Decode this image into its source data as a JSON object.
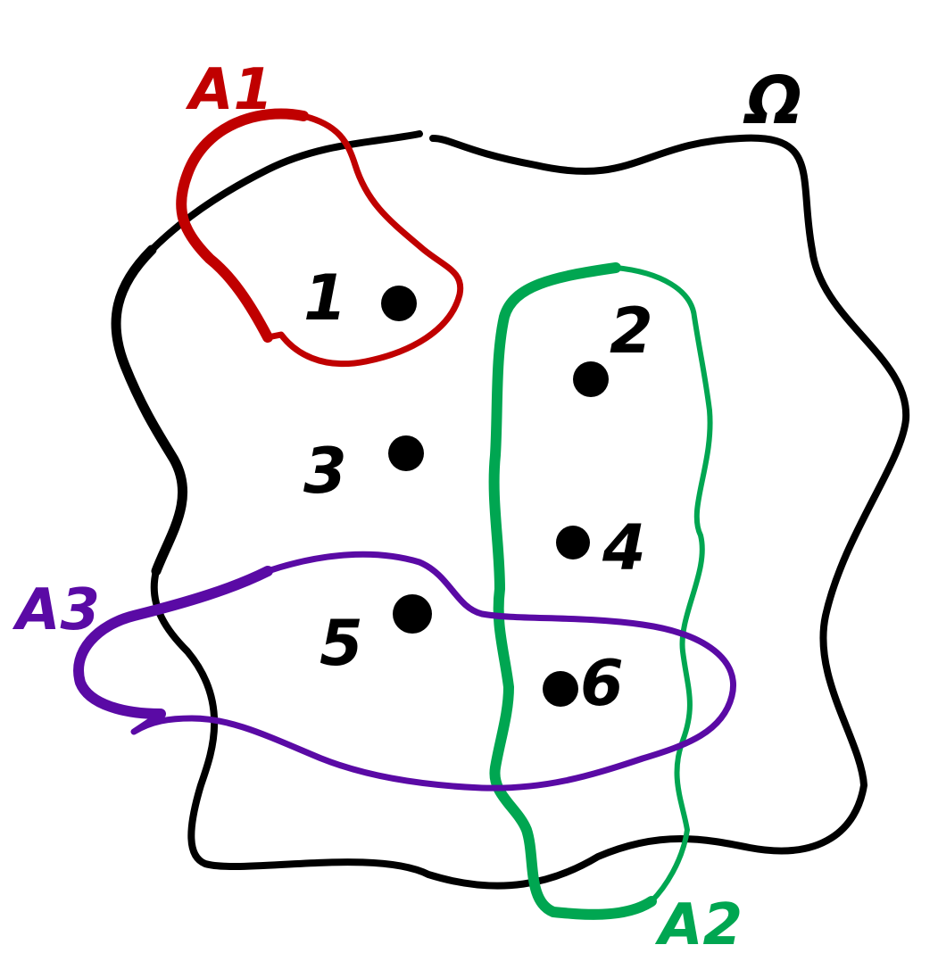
{
  "diagram": {
    "universe": {
      "label": "Ω",
      "color": "#000000"
    },
    "sets": [
      {
        "id": "A1",
        "label": "A1",
        "color": "#c00000"
      },
      {
        "id": "A2",
        "label": "A2",
        "color": "#00a651"
      },
      {
        "id": "A3",
        "label": "A3",
        "color": "#5a0aa5"
      }
    ],
    "points": [
      {
        "label": "1"
      },
      {
        "label": "2"
      },
      {
        "label": "3"
      },
      {
        "label": "4"
      },
      {
        "label": "5"
      },
      {
        "label": "6"
      }
    ]
  }
}
